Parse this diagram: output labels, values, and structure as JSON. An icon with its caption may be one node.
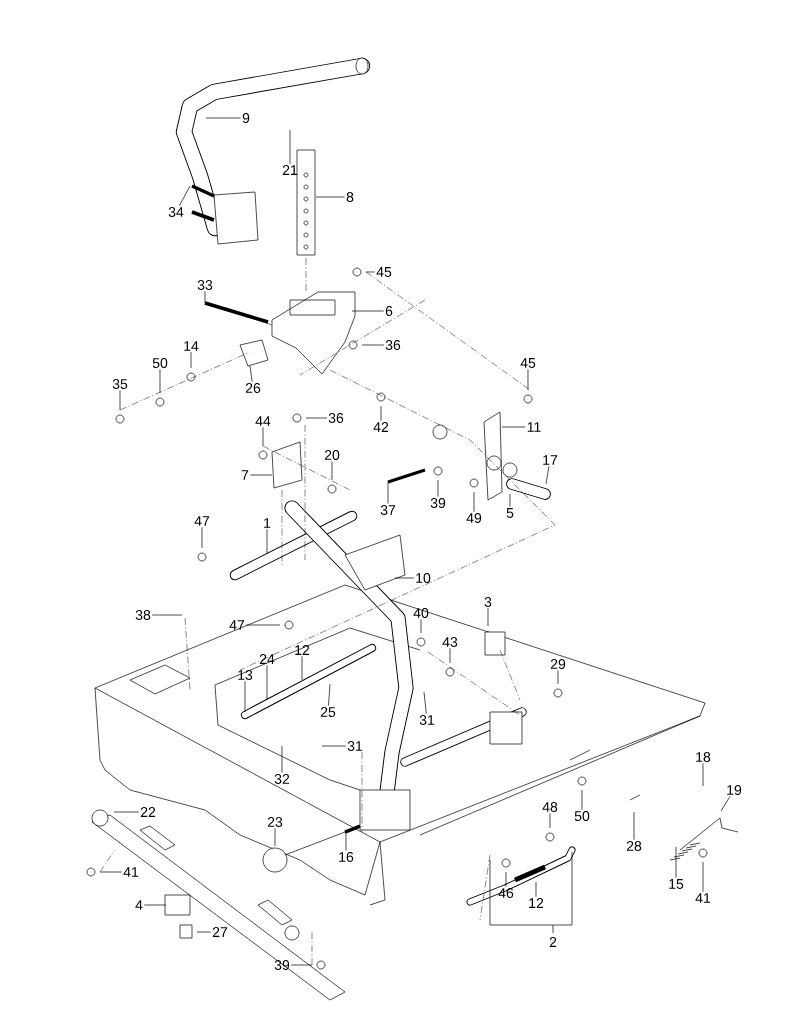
{
  "diagram": {
    "nodes": [
      {
        "text": [
          "21"
        ]
      },
      {
        "text": [
          "9"
        ]
      },
      {
        "text": [
          "8"
        ]
      },
      {
        "text": [
          "34"
        ]
      },
      {
        "text": [
          "33"
        ]
      },
      {
        "text": [
          "45"
        ]
      },
      {
        "text": [
          "6"
        ]
      },
      {
        "text": [
          "36"
        ]
      },
      {
        "text": [
          "35"
        ]
      },
      {
        "text": [
          "50"
        ]
      },
      {
        "text": [
          "14"
        ]
      },
      {
        "text": [
          "26"
        ]
      },
      {
        "text": [
          "42"
        ]
      },
      {
        "text": [
          "45"
        ]
      },
      {
        "text": [
          "44"
        ]
      },
      {
        "text": [
          "36"
        ]
      },
      {
        "text": [
          "11"
        ]
      },
      {
        "text": [
          "7"
        ]
      },
      {
        "text": [
          "20"
        ]
      },
      {
        "text": [
          "17"
        ]
      },
      {
        "text": [
          "37"
        ]
      },
      {
        "text": [
          "39"
        ]
      },
      {
        "text": [
          "49"
        ]
      },
      {
        "text": [
          "5"
        ]
      },
      {
        "text": [
          "1"
        ]
      },
      {
        "text": [
          "47"
        ]
      },
      {
        "text": [
          "10"
        ]
      },
      {
        "text": [
          "38"
        ]
      },
      {
        "text": [
          "47"
        ]
      },
      {
        "text": [
          "3"
        ]
      },
      {
        "text": [
          "40"
        ]
      },
      {
        "text": [
          "43"
        ]
      },
      {
        "text": [
          "29"
        ]
      },
      {
        "text": [
          "12"
        ]
      },
      {
        "text": [
          "13"
        ]
      },
      {
        "text": [
          "24"
        ]
      },
      {
        "text": [
          "25"
        ]
      },
      {
        "text": [
          "31"
        ]
      },
      {
        "text": [
          "31"
        ]
      },
      {
        "text": [
          "32"
        ]
      },
      {
        "text": [
          "18"
        ]
      },
      {
        "text": [
          "19"
        ]
      },
      {
        "text": [
          "22"
        ]
      },
      {
        "text": [
          "23"
        ]
      },
      {
        "text": [
          "48"
        ]
      },
      {
        "text": [
          "50"
        ]
      },
      {
        "text": [
          "28"
        ]
      },
      {
        "text": [
          "16"
        ]
      },
      {
        "text": [
          "41"
        ]
      },
      {
        "text": [
          "15"
        ]
      },
      {
        "text": [
          "41"
        ]
      },
      {
        "text": [
          "4"
        ]
      },
      {
        "text": [
          "27"
        ]
      },
      {
        "text": [
          "46"
        ]
      },
      {
        "text": [
          "12"
        ]
      },
      {
        "text": [
          "2"
        ]
      },
      {
        "text": [
          "39"
        ]
      }
    ],
    "edges": [
      {
        "from": 0,
        "to": null,
        "arrow": "none"
      },
      {
        "from": 1,
        "to": null,
        "arrow": "none"
      },
      {
        "from": 2,
        "to": null,
        "arrow": "none"
      },
      {
        "from": 3,
        "to": null,
        "arrow": "none"
      },
      {
        "from": 4,
        "to": null,
        "arrow": "none"
      },
      {
        "from": 5,
        "to": null,
        "arrow": "none"
      },
      {
        "from": 6,
        "to": null,
        "arrow": "none"
      },
      {
        "from": 7,
        "to": null,
        "arrow": "none"
      },
      {
        "from": 8,
        "to": null,
        "arrow": "none"
      },
      {
        "from": 9,
        "to": null,
        "arrow": "none"
      },
      {
        "from": 10,
        "to": null,
        "arrow": "none"
      },
      {
        "from": 11,
        "to": null,
        "arrow": "none"
      },
      {
        "from": 12,
        "to": null,
        "arrow": "none"
      },
      {
        "from": 13,
        "to": null,
        "arrow": "none"
      },
      {
        "from": 14,
        "to": null,
        "arrow": "none"
      },
      {
        "from": 15,
        "to": null,
        "arrow": "none"
      },
      {
        "from": 16,
        "to": null,
        "arrow": "none"
      },
      {
        "from": 17,
        "to": null,
        "arrow": "none"
      },
      {
        "from": 18,
        "to": null,
        "arrow": "none"
      },
      {
        "from": 19,
        "to": null,
        "arrow": "none"
      },
      {
        "from": 20,
        "to": null,
        "arrow": "none"
      },
      {
        "from": 21,
        "to": null,
        "arrow": "none"
      },
      {
        "from": 22,
        "to": null,
        "arrow": "none"
      },
      {
        "from": 23,
        "to": null,
        "arrow": "none"
      },
      {
        "from": 24,
        "to": null,
        "arrow": "none"
      },
      {
        "from": 25,
        "to": null,
        "arrow": "none"
      },
      {
        "from": 26,
        "to": null,
        "arrow": "none"
      },
      {
        "from": 27,
        "to": null,
        "arrow": "none"
      },
      {
        "from": 28,
        "to": null,
        "arrow": "none"
      },
      {
        "from": 29,
        "to": null,
        "arrow": "none"
      },
      {
        "from": 30,
        "to": null,
        "arrow": "none"
      },
      {
        "from": 31,
        "to": null,
        "arrow": "none"
      },
      {
        "from": 32,
        "to": null,
        "arrow": "none"
      },
      {
        "from": 33,
        "to": null,
        "arrow": "none"
      },
      {
        "from": 34,
        "to": null,
        "arrow": "none"
      },
      {
        "from": 35,
        "to": null,
        "arrow": "none"
      },
      {
        "from": 36,
        "to": null,
        "arrow": "none"
      },
      {
        "from": 37,
        "to": null,
        "arrow": "none"
      },
      {
        "from": 38,
        "to": null,
        "arrow": "none"
      },
      {
        "from": 39,
        "to": null,
        "arrow": "none"
      },
      {
        "from": 40,
        "to": null,
        "arrow": "none"
      },
      {
        "from": 41,
        "to": null,
        "arrow": "none"
      },
      {
        "from": 42,
        "to": null,
        "arrow": "none"
      },
      {
        "from": 43,
        "to": null,
        "arrow": "none"
      },
      {
        "from": 44,
        "to": null,
        "arrow": "none"
      },
      {
        "from": 45,
        "to": null,
        "arrow": "none"
      },
      {
        "from": 46,
        "to": null,
        "arrow": "none"
      },
      {
        "from": 47,
        "to": null,
        "arrow": "none"
      },
      {
        "from": 48,
        "to": null,
        "arrow": "none"
      },
      {
        "from": 49,
        "to": null,
        "arrow": "none"
      },
      {
        "from": 50,
        "to": null,
        "arrow": "none"
      },
      {
        "from": 51,
        "to": null,
        "arrow": "none"
      },
      {
        "from": 52,
        "to": null,
        "arrow": "none"
      },
      {
        "from": 53,
        "to": null,
        "arrow": "none"
      },
      {
        "from": 54,
        "to": null,
        "arrow": "none"
      },
      {
        "from": 56,
        "to": null,
        "arrow": "none"
      }
    ]
  }
}
